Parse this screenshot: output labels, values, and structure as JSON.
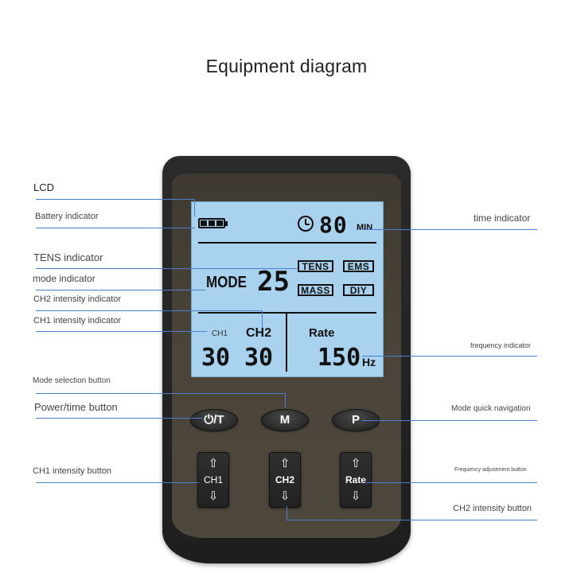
{
  "title": "Equipment diagram",
  "lcd": {
    "timer_value": "80",
    "timer_unit": "MIN",
    "mode_label": "MODE",
    "mode_value": "25",
    "mode_types": [
      "TENS",
      "EMS",
      "MASS",
      "DIY"
    ],
    "ch1_label": "CH1",
    "ch2_label": "CH2",
    "ch1_value": "30",
    "ch2_value": "30",
    "rate_label": "Rate",
    "rate_value": "150",
    "rate_unit": "Hz"
  },
  "buttons": {
    "power": "⏻/T",
    "mode": "M",
    "program": "P",
    "ch1": "CH1",
    "ch2": "CH2",
    "rate": "Rate",
    "up_arrow": "⇧",
    "down_arrow": "⇩"
  },
  "labels_left": {
    "lcd": "LCD",
    "battery": "Battery indicator",
    "tens": "TENS indicator",
    "mode": "mode indicator",
    "ch2_intensity": "CH2 intensity indicator",
    "ch1_intensity": "CH1 intensity indicator",
    "mode_selection": "Mode selection button",
    "power_time": "Power/time button",
    "ch1_button": "CH1 intensity button"
  },
  "labels_right": {
    "time": "time indicator",
    "frequency": "frequency indicator",
    "mode_quick": "Mode quick navigation",
    "frequency_button": "Frequency adjustment button",
    "ch2_button": "CH2 intensity button"
  },
  "colors": {
    "lcd_bg": "#a9d2ee",
    "callout_line": "#4a7fd0",
    "device_face": "#4a443a",
    "device_shell": "#222222"
  }
}
